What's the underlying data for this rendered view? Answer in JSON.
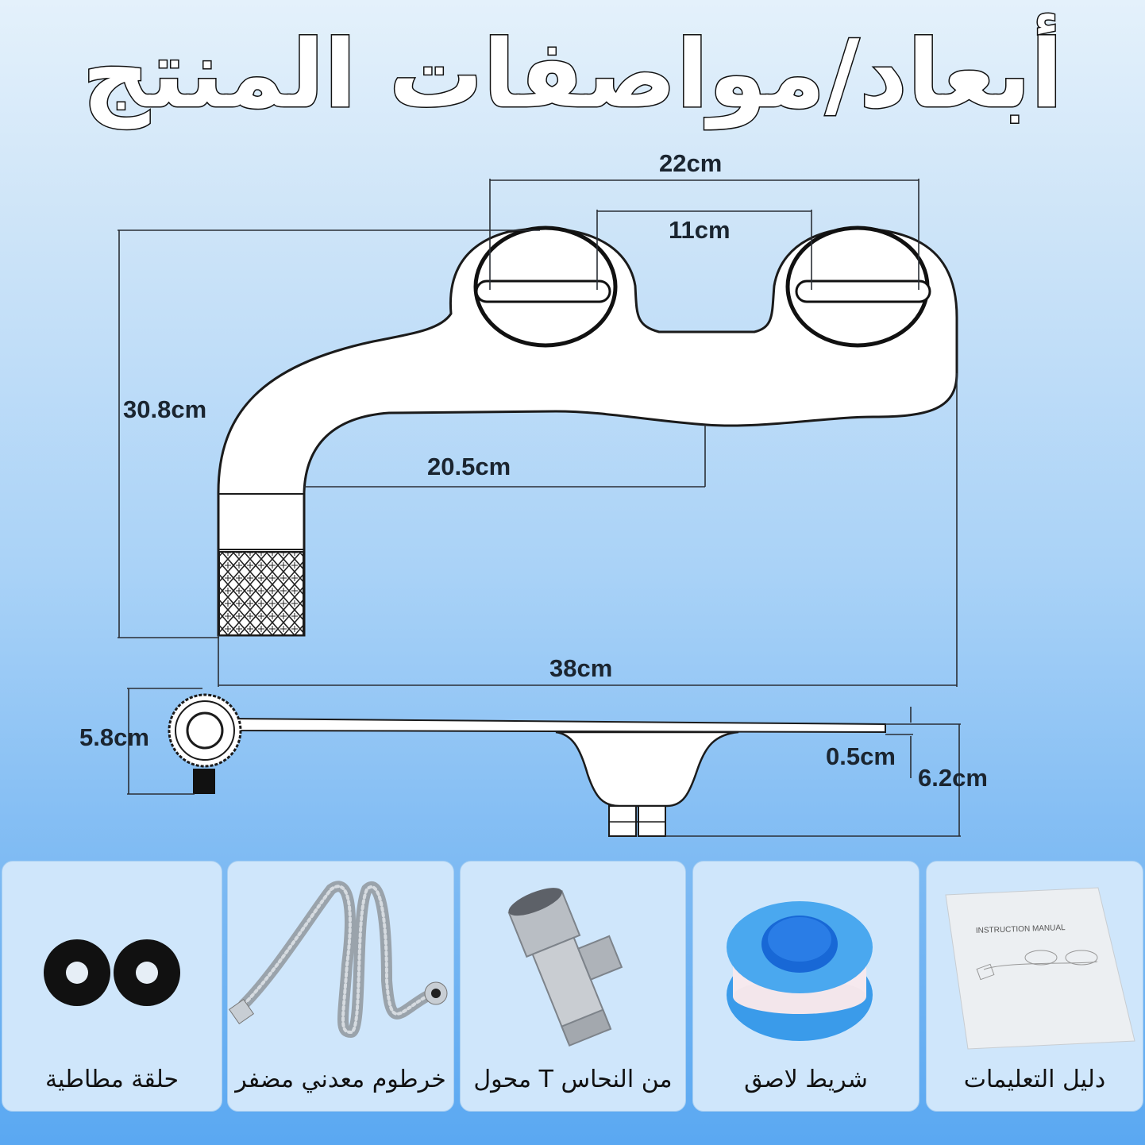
{
  "title": "أبعاد/مواصفات المنتج",
  "dimensions": {
    "seat_mount_span": "22cm",
    "inner_span": "11cm",
    "total_depth": "30.8cm",
    "arm_length": "20.5cm",
    "total_width": "38cm",
    "knob_height": "5.8cm",
    "plate_thickness": "0.5cm",
    "total_height": "6.2cm"
  },
  "accessories": [
    {
      "label": "حلقة مطاطية",
      "icon": "rubber-washers-icon"
    },
    {
      "label": "خرطوم معدني مضفر",
      "icon": "braided-hose-icon"
    },
    {
      "label": "من النحاس T محول",
      "icon": "t-adapter-icon"
    },
    {
      "label": "شريط لاصق",
      "icon": "ptfe-tape-icon"
    },
    {
      "label": "دليل التعليمات",
      "icon": "instruction-manual-icon",
      "manual_cover_text": "INSTRUCTION MANUAL"
    }
  ],
  "colors": {
    "outline": "#1b1b1b",
    "card_bg": "#cfe6fb",
    "tape_blue": "#3a9bea"
  }
}
